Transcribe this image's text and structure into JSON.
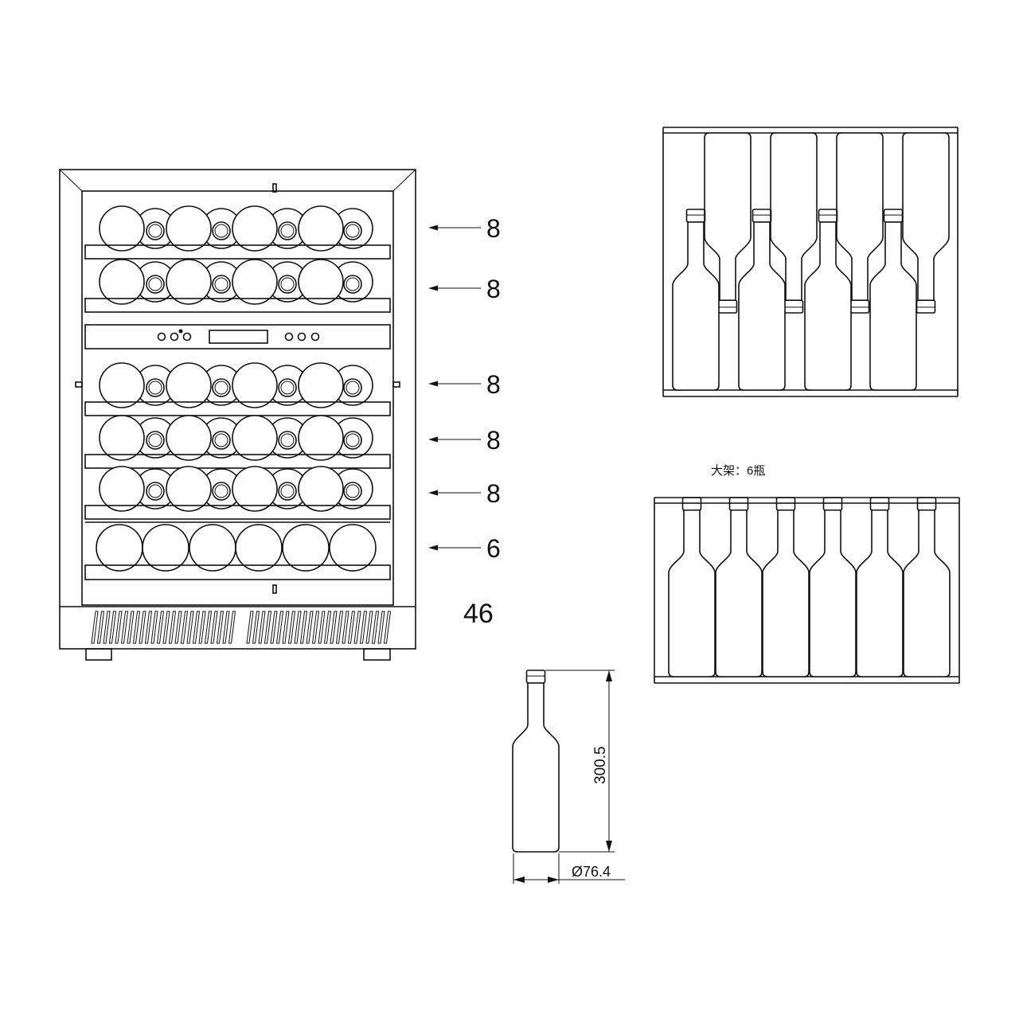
{
  "shelf_counts": [
    "8",
    "8",
    "8",
    "8",
    "8",
    "6"
  ],
  "total": "46",
  "rack_label": "大架：6瓶",
  "bottle_height": "300.5",
  "bottle_diameter": "Ø76.4",
  "colors": {
    "line": "#111111",
    "background": "#ffffff"
  }
}
